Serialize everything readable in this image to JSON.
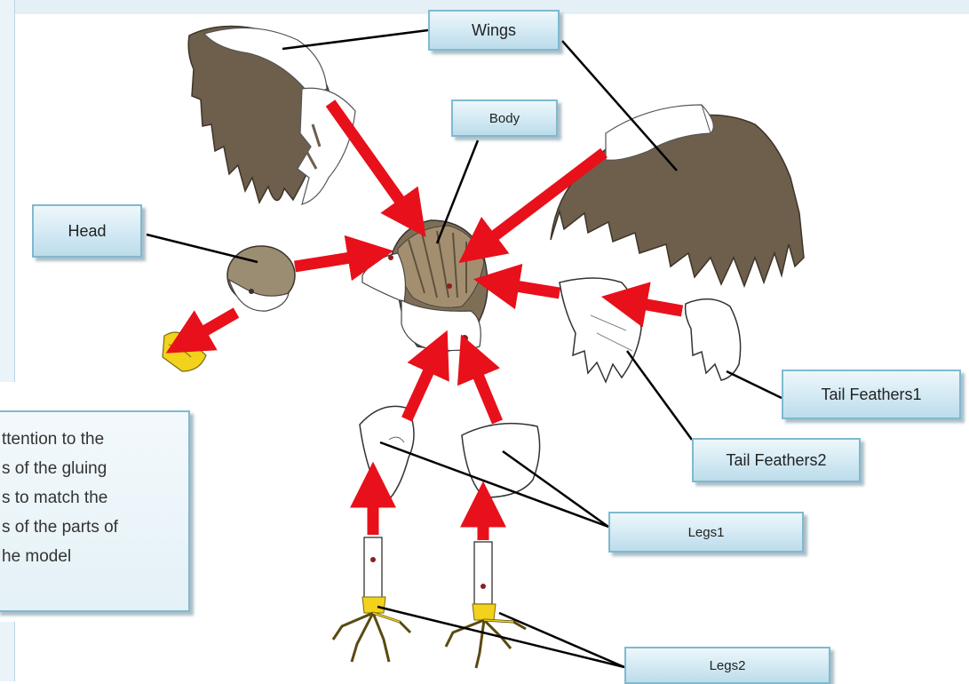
{
  "labels": {
    "wings": "Wings",
    "body": "Body",
    "head": "Head",
    "tail_feathers_1": "Tail Feathers1",
    "tail_feathers_2": "Tail Feathers2",
    "legs_1": "Legs1",
    "legs_2": "Legs2"
  },
  "note": {
    "line_1": "ttention to the",
    "line_2": "s of the gluing",
    "line_3": "s to match the",
    "line_4": "s of the parts of",
    "line_5": "he model"
  },
  "colors": {
    "arrow": "#e8101a",
    "feather_brown": "#6d5f4b",
    "label_border": "#7fb9d0",
    "beak_yellow": "#f2d21b"
  }
}
